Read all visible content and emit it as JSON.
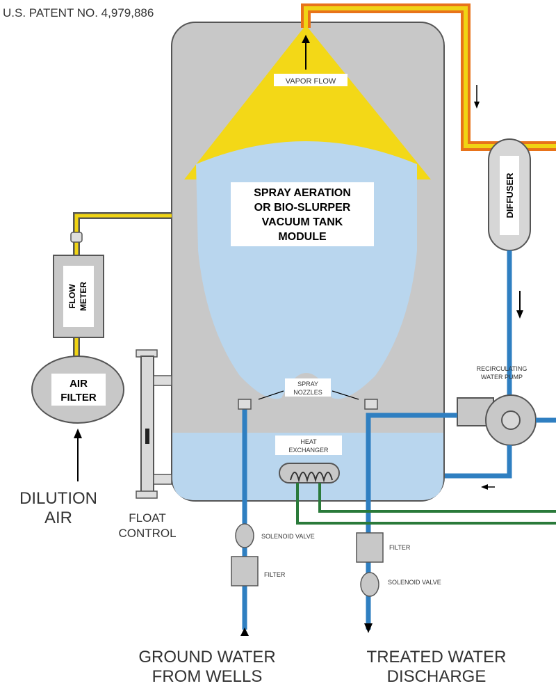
{
  "patent": "U.S. PATENT NO. 4,979,886",
  "vapor_flow": "VAPOR FLOW",
  "tank_title": [
    "SPRAY AERATION",
    "OR BIO-SLURPER",
    "VACUUM TANK",
    "MODULE"
  ],
  "diffuser": "DIFFUSER",
  "flow_meter": [
    "FLOW",
    "METER"
  ],
  "air_filter": [
    "AIR",
    "FILTER"
  ],
  "dilution_air": [
    "DILUTION",
    "AIR"
  ],
  "float_control": [
    "FLOAT",
    "CONTROL"
  ],
  "spray_nozzles": [
    "SPRAY",
    "NOZZLES"
  ],
  "heat_exchanger": [
    "HEAT",
    "EXCHANGER"
  ],
  "recirculating_pump": [
    "RECIRCULATING",
    "WATER PUMP"
  ],
  "solenoid_valve_left": "SOLENOID VALVE",
  "filter_left": "FILTER",
  "filter_right": "FILTER",
  "solenoid_valve_right": "SOLENOID VALVE",
  "ground_water": [
    "GROUND WATER",
    "FROM WELLS"
  ],
  "treated_water": [
    "TREATED WATER",
    "DISCHARGE"
  ],
  "colors": {
    "tank_gray": "#c8c8c8",
    "water_blue": "#b9d6ee",
    "vapor_yellow": "#f3d817",
    "pipe_blue": "#2f7fc1",
    "pipe_orange": "#e8731a",
    "pipe_yellow": "#f0d414",
    "pipe_green": "#2a7a3a"
  }
}
